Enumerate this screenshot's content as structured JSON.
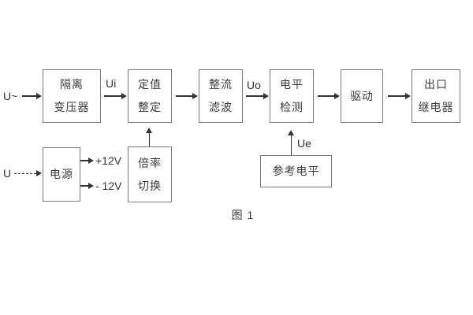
{
  "colors": {
    "background": "#ffffff",
    "box_border": "#7b7b7b",
    "text": "#3a3a3a",
    "arrow": "#333333"
  },
  "caption": "图 1",
  "labels": {
    "input_ac": "U~",
    "input_dc": "U",
    "ui": "Ui",
    "uo": "Uo",
    "ue": "Ue",
    "plus12v": "+12V",
    "minus12v": "- 12V"
  },
  "blocks": {
    "isolation": {
      "line1": "隔离",
      "line2": "变压器"
    },
    "setting": {
      "line1": "定值",
      "line2": "整定"
    },
    "rectifier": {
      "line1": "整流",
      "line2": "滤波"
    },
    "level_detect": {
      "line1": "电平",
      "line2": "检测"
    },
    "driver": {
      "line1": "驱动"
    },
    "output_relay": {
      "line1": "出口",
      "line2": "继电器"
    },
    "power": {
      "line1": "电源"
    },
    "ratio_switch": {
      "line1": "倍率",
      "line2": "切换"
    },
    "reference_level": {
      "line1": "参考电平"
    }
  }
}
